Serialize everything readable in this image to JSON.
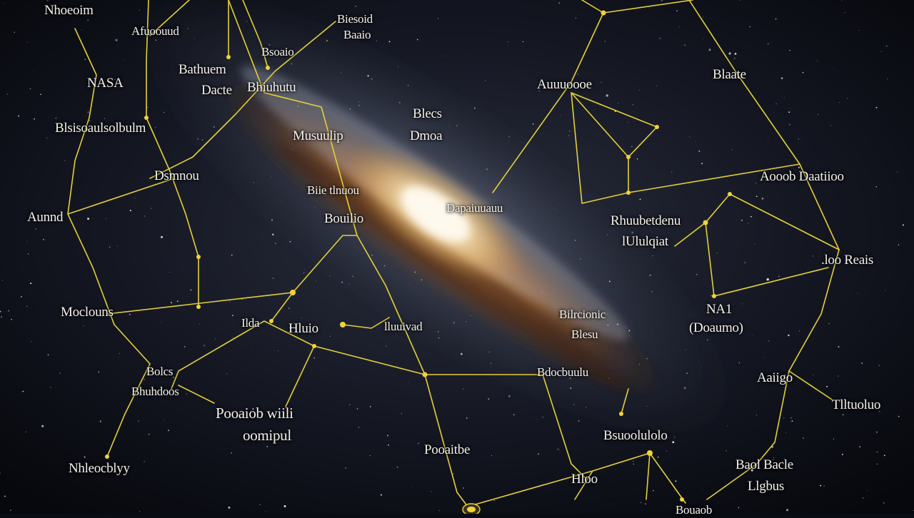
{
  "colors": {
    "background": "#0a0c13",
    "line": "#e3cf3a",
    "node": "#f2d23c",
    "label": "#f4f1ea",
    "galaxy_core": "#fff6da",
    "galaxy_dust": "#9a5a25"
  },
  "labels": {
    "l01": "Nhoeoim",
    "l02": "Afuoouud",
    "l03": "NASA",
    "l04": "Bathuem",
    "l05": "Dacte",
    "l06": "Bhiuhutu",
    "l07": "Biesoid",
    "l08": "Baaio",
    "l09": "Bsoaio",
    "l10": "Blsisoaulsolbulm",
    "l11": "Musuulip",
    "l12": "Blecs",
    "l13": "Dmoa",
    "l14": "Auuuoooe",
    "l15": "Blaate",
    "l16": "Dsmnou",
    "l17": "Biie tlnuou",
    "l18": "Dapaiuuauu",
    "l19": "Aunnd",
    "l20": "Bouilio",
    "l21": "Aooob Daatiioo",
    "l22": "Rhuubetdenu",
    "l23": "lUlulqiat",
    "l24": "Moclouns",
    "l25": "Ilda",
    "l26": "Hluio",
    "l27": "lluuivad",
    "l28": "Bilrcionic",
    "l29": "Blesu",
    "l30": "NA1",
    "l31": "(Doaumo)",
    "l32": ".loo Reais",
    "l33": "Bolcs",
    "l34": "Bhuhdoos",
    "l35": "Bdocbuulu",
    "l36": "Aaiigo",
    "l37": "Tlltuoluo",
    "l38": "Pooaiob wiili",
    "l39": "oomipul",
    "l40": "Bsuoolulolo",
    "l41": "Pooaitbe",
    "l42": "Nhleocblyy",
    "l43": "Hloo",
    "l44": "Baol Bacle",
    "l45": "Llgbus",
    "l46": "Bouaob"
  }
}
